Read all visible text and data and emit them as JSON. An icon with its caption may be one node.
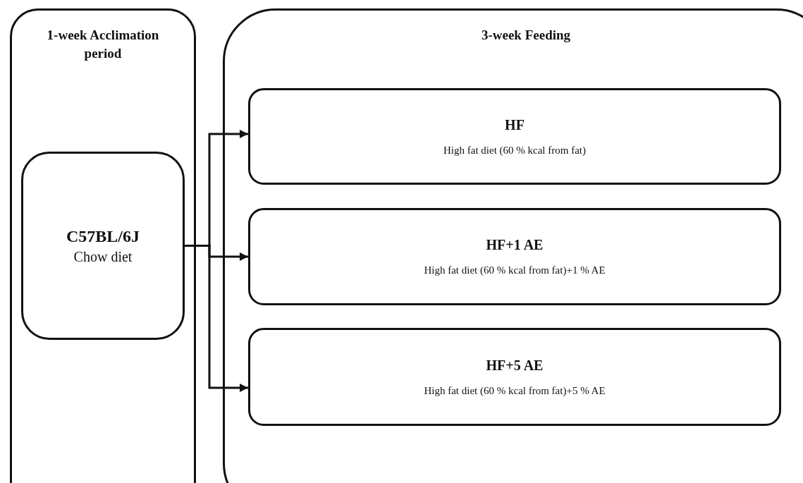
{
  "diagram": {
    "nodes": [
      {
        "text": [
          "1-week Acclimation period"
        ]
      },
      {
        "text": [
          "3-week Feeding"
        ]
      },
      {
        "text": [
          "C57BL/6J",
          "Chow diet"
        ],
        "in": 0
      },
      {
        "text": [
          "HF",
          "High fat diet (60 % kcal from fat)"
        ],
        "in": 1
      },
      {
        "text": [
          "HF+1 AE",
          "High fat diet (60 % kcal from fat)+1 % AE"
        ],
        "in": 1
      },
      {
        "text": [
          "HF+5 AE",
          "High fat diet (60 % kcal from fat)+5 % AE"
        ],
        "in": 1
      }
    ],
    "edges": [
      {
        "from": 2,
        "to": 3,
        "arrow": "to"
      },
      {
        "from": 2,
        "to": 4,
        "arrow": "to"
      },
      {
        "from": 2,
        "to": 5,
        "arrow": "to"
      }
    ]
  }
}
